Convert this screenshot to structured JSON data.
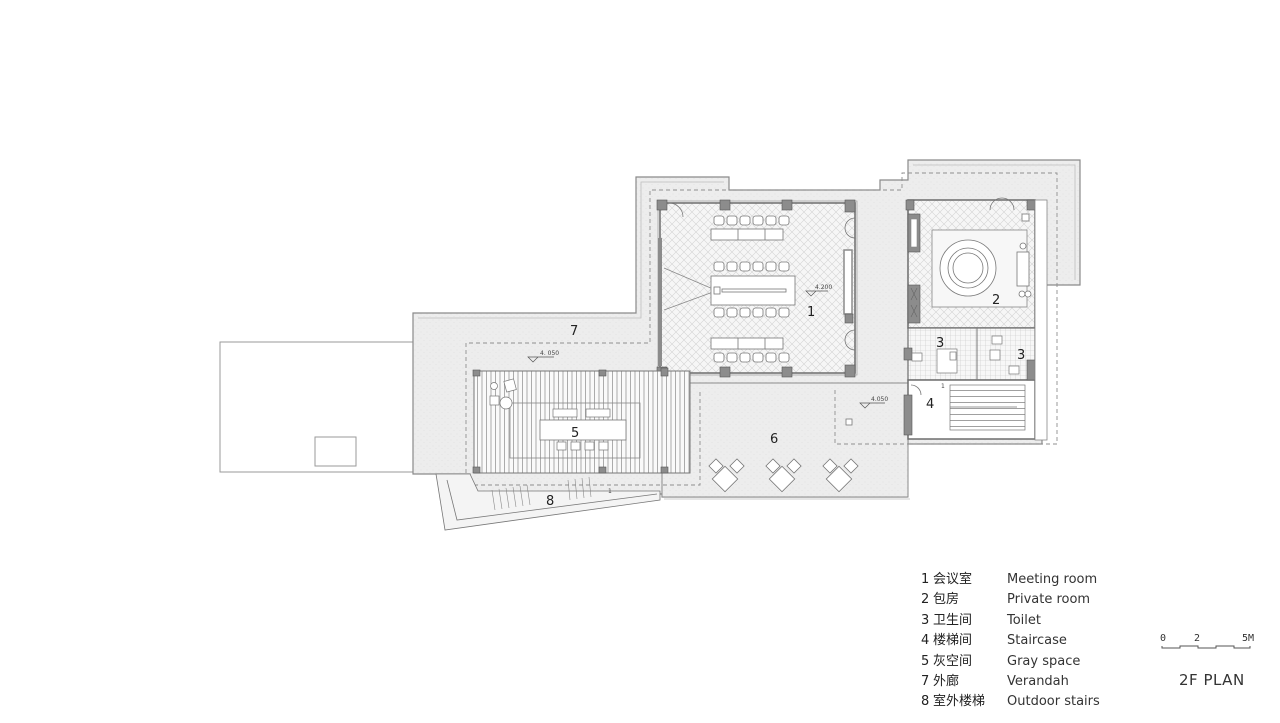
{
  "drawing": {
    "title": "2F PLAN",
    "scale_bar": {
      "ticks": [
        "0",
        "2",
        "5M"
      ]
    },
    "room_numbers": {
      "meeting_room": "1",
      "private_room": "2",
      "toilet_a": "3",
      "toilet_b": "3",
      "staircase": "4",
      "gray_space": "5",
      "terrace": "6",
      "verandah": "7",
      "outdoor_stairs": "8"
    },
    "level_marks": {
      "meeting_room": "4.200",
      "verandah": "4. 050",
      "terrace": "4.050"
    },
    "stair_marks": {
      "indoor_up": "1",
      "outdoor_up": "1"
    }
  },
  "legend": {
    "items": [
      {
        "num": "1",
        "cn": "会议室",
        "en": "Meeting room"
      },
      {
        "num": "2",
        "cn": "包房",
        "en": "Private room"
      },
      {
        "num": "3",
        "cn": "卫生间",
        "en": "Toilet"
      },
      {
        "num": "4",
        "cn": "楼梯间",
        "en": "Staircase"
      },
      {
        "num": "5",
        "cn": "灰空间",
        "en": "Gray space"
      },
      {
        "num": "7",
        "cn": "外廊",
        "en": "Verandah"
      },
      {
        "num": "8",
        "cn": "室外楼梯",
        "en": "Outdoor stairs"
      }
    ]
  },
  "colors": {
    "line": "#555555",
    "light_line": "#9a9a9a",
    "wall": "#8c8c8c",
    "terrace_fill": "#ececec",
    "floor_fill": "#f3f3f3"
  }
}
